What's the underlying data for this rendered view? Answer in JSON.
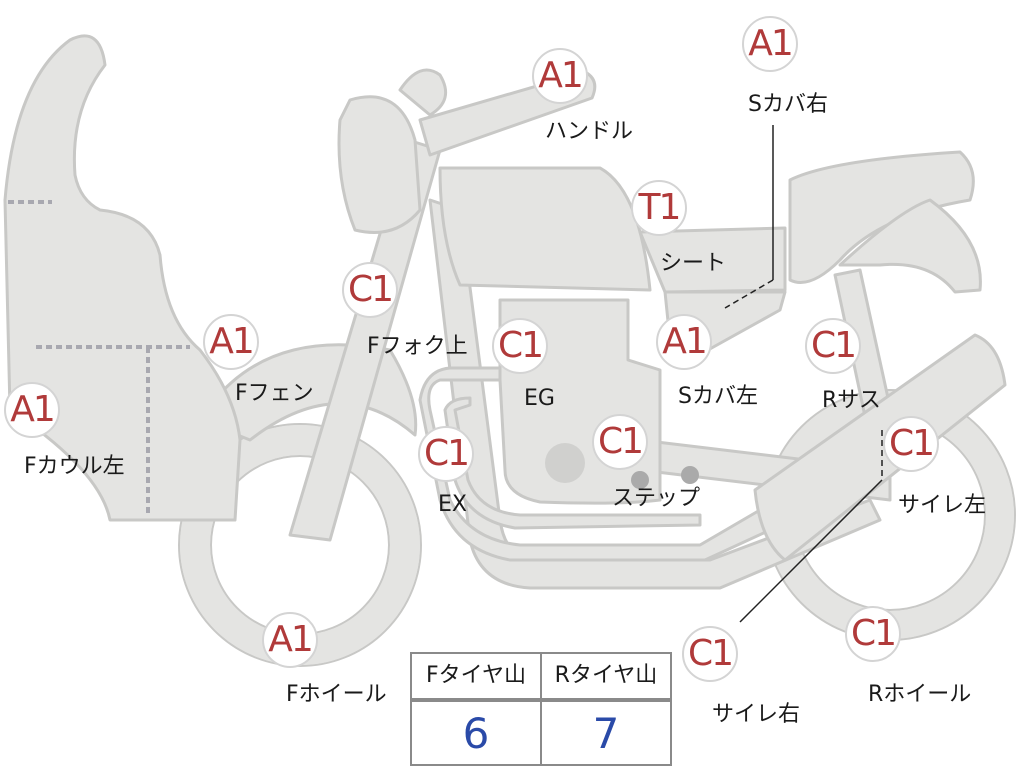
{
  "colors": {
    "badge_text": "#b03a3a",
    "value_text": "#2a4aa8",
    "part_fill": "#e4e4e2",
    "part_stroke": "#c8c8c6"
  },
  "parts": [
    {
      "id": "handle",
      "grade": "A1",
      "label": "ハンドル"
    },
    {
      "id": "side-cover-right",
      "grade": "A1",
      "label": "Sカバ右"
    },
    {
      "id": "seat",
      "grade": "T1",
      "label": "シート"
    },
    {
      "id": "front-fork-upper",
      "grade": "C1",
      "label": "Fフォク上"
    },
    {
      "id": "front-fender",
      "grade": "A1",
      "label": "Fフェン"
    },
    {
      "id": "engine",
      "grade": "C1",
      "label": "EG"
    },
    {
      "id": "side-cover-left",
      "grade": "A1",
      "label": "Sカバ左"
    },
    {
      "id": "rear-suspension",
      "grade": "C1",
      "label": "Rサス"
    },
    {
      "id": "front-cowl-left",
      "grade": "A1",
      "label": "Fカウル左"
    },
    {
      "id": "exhaust",
      "grade": "C1",
      "label": "EX"
    },
    {
      "id": "step",
      "grade": "C1",
      "label": "ステップ"
    },
    {
      "id": "muffler-left",
      "grade": "C1",
      "label": "サイレ左"
    },
    {
      "id": "front-wheel",
      "grade": "A1",
      "label": "Fホイール"
    },
    {
      "id": "muffler-right",
      "grade": "C1",
      "label": "サイレ右"
    },
    {
      "id": "rear-wheel",
      "grade": "C1",
      "label": "Rホイール"
    }
  ],
  "tire_table": {
    "front_header": "Fタイヤ山",
    "rear_header": "Rタイヤ山",
    "front_value": "6",
    "rear_value": "7"
  }
}
